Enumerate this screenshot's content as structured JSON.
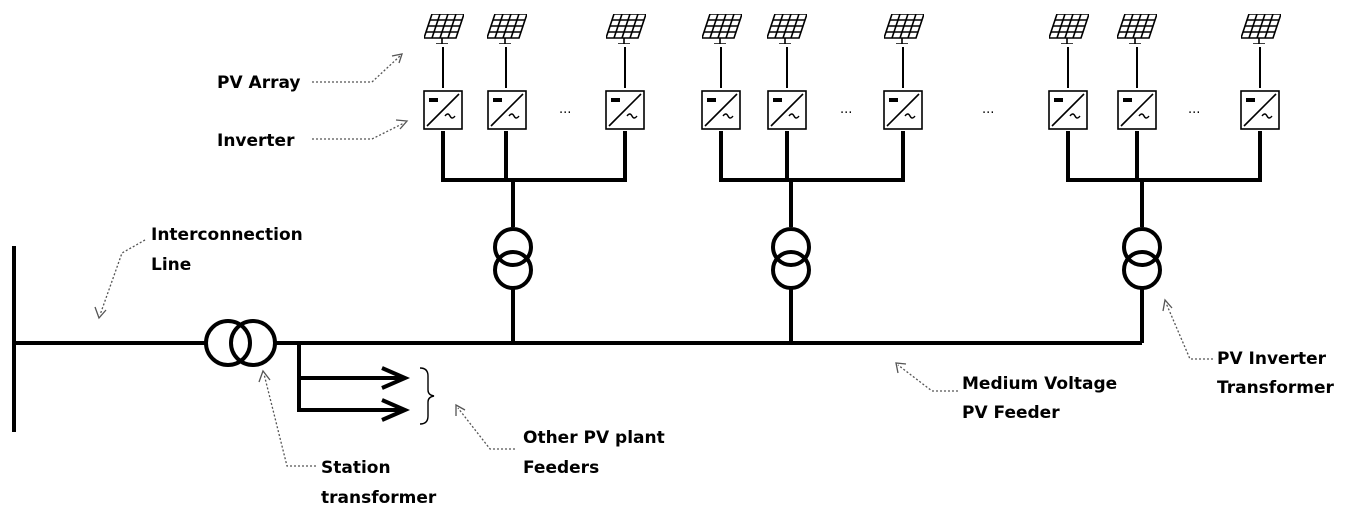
{
  "labels": {
    "pv_array": "PV Array",
    "inverter": "Inverter",
    "interconnection_line_1": "Interconnection",
    "interconnection_line_2": "Line",
    "station_transformer_1": "Station",
    "station_transformer_2": "transformer",
    "other_feeders_1": "Other PV plant",
    "other_feeders_2": "Feeders",
    "mv_feeder_1": "Medium Voltage",
    "mv_feeder_2": "PV Feeder",
    "pv_inverter_transformer_1": "PV Inverter",
    "pv_inverter_transformer_2": "Transformer"
  },
  "ellipsis": "...",
  "icons": {
    "pv_panel": "solar-panel-icon",
    "inverter": "inverter-dc-ac-icon",
    "transformer": "transformer-icon",
    "arrow": "arrow-right-icon",
    "brace": "right-brace-icon"
  }
}
